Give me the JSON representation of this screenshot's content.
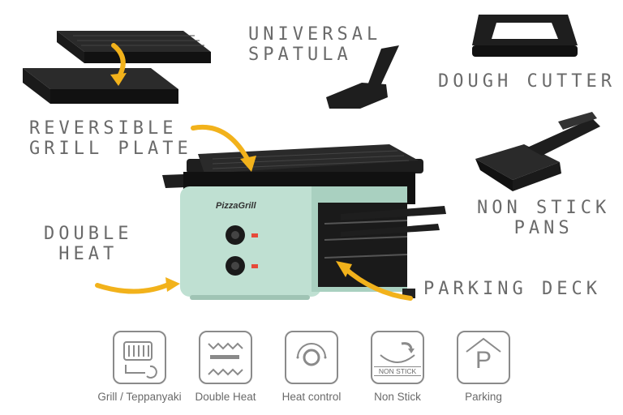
{
  "labels": {
    "universal_spatula": [
      "UNIVERSAL",
      "SPATULA"
    ],
    "dough_cutter": "DOUGH CUTTER",
    "reversible_grill_plate": [
      "REVERSIBLE",
      "GRILL PLATE"
    ],
    "non_stick_pans": [
      "NON STICK",
      "PANS"
    ],
    "double_heat": [
      "DOUBLE",
      "HEAT"
    ],
    "parking_deck": "PARKING DECK"
  },
  "brand": "PizzaGrill",
  "features": [
    {
      "icon": "grill-teppanyaki-icon",
      "caption": "Grill / Teppanyaki"
    },
    {
      "icon": "double-heat-icon",
      "caption": "Double Heat"
    },
    {
      "icon": "heat-control-icon",
      "caption": "Heat control"
    },
    {
      "icon": "non-stick-icon",
      "caption": "Non Stick",
      "badge": "NON STICK"
    },
    {
      "icon": "parking-icon",
      "caption": "Parking",
      "letter": "P"
    }
  ],
  "colors": {
    "accent_arrow": "#f2b21b",
    "appliance_body": "#bfe0d2",
    "pan_black": "#1e1e1e",
    "label_gray": "#6a6a6a",
    "icon_gray": "#8a8a8a"
  }
}
